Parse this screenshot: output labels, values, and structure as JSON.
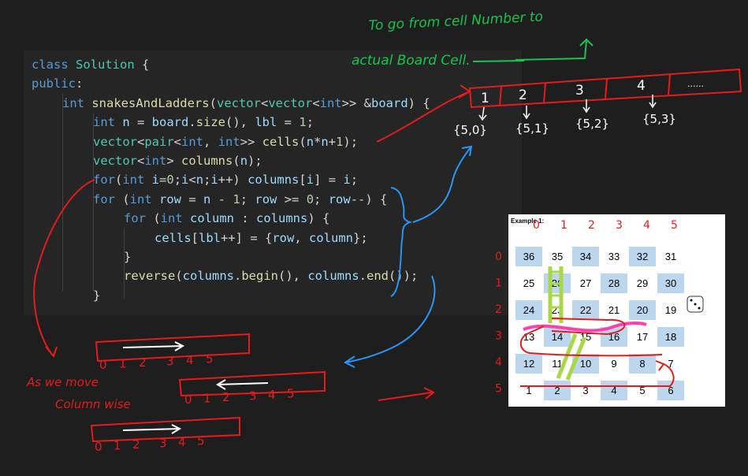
{
  "code": {
    "lines": [
      [
        [
          "kw",
          "class "
        ],
        [
          "ty",
          "Solution "
        ],
        [
          "pl",
          "{"
        ]
      ],
      [
        [
          "kw",
          "public"
        ],
        [
          "pl",
          ":"
        ]
      ],
      [
        [
          "kw",
          "int "
        ],
        [
          "fn",
          "snakesAndLadders"
        ],
        [
          "pl",
          "("
        ],
        [
          "ty",
          "vector"
        ],
        [
          "pl",
          "<"
        ],
        [
          "ty",
          "vector"
        ],
        [
          "pl",
          "<"
        ],
        [
          "kw",
          "int"
        ],
        [
          "pl",
          ">> &"
        ],
        [
          "var",
          "board"
        ],
        [
          "pl",
          ") {"
        ]
      ],
      [
        [
          "kw",
          "int "
        ],
        [
          "var",
          "n"
        ],
        [
          "pl",
          " = "
        ],
        [
          "var",
          "board"
        ],
        [
          "pl",
          "."
        ],
        [
          "fn",
          "size"
        ],
        [
          "pl",
          "(), "
        ],
        [
          "var",
          "lbl"
        ],
        [
          "pl",
          " = "
        ],
        [
          "num",
          "1"
        ],
        [
          "pl",
          ";"
        ]
      ],
      [
        [
          "ty",
          "vector"
        ],
        [
          "pl",
          "<"
        ],
        [
          "ty",
          "pair"
        ],
        [
          "pl",
          "<"
        ],
        [
          "kw",
          "int"
        ],
        [
          "pl",
          ", "
        ],
        [
          "kw",
          "int"
        ],
        [
          "pl",
          ">> "
        ],
        [
          "fn",
          "cells"
        ],
        [
          "pl",
          "("
        ],
        [
          "var",
          "n"
        ],
        [
          "pl",
          "*"
        ],
        [
          "var",
          "n"
        ],
        [
          "pl",
          "+"
        ],
        [
          "num",
          "1"
        ],
        [
          "pl",
          ");"
        ]
      ],
      [
        [
          "ty",
          "vector"
        ],
        [
          "pl",
          "<"
        ],
        [
          "kw",
          "int"
        ],
        [
          "pl",
          "> "
        ],
        [
          "fn",
          "columns"
        ],
        [
          "pl",
          "("
        ],
        [
          "var",
          "n"
        ],
        [
          "pl",
          ");"
        ]
      ],
      [
        [
          "kw",
          "for"
        ],
        [
          "pl",
          "("
        ],
        [
          "kw",
          "int "
        ],
        [
          "var",
          "i"
        ],
        [
          "pl",
          "="
        ],
        [
          "num",
          "0"
        ],
        [
          "pl",
          ";"
        ],
        [
          "var",
          "i"
        ],
        [
          "pl",
          "<"
        ],
        [
          "var",
          "n"
        ],
        [
          "pl",
          ";"
        ],
        [
          "var",
          "i"
        ],
        [
          "pl",
          "++) "
        ],
        [
          "var",
          "columns"
        ],
        [
          "pl",
          "["
        ],
        [
          "var",
          "i"
        ],
        [
          "pl",
          "] = "
        ],
        [
          "var",
          "i"
        ],
        [
          "pl",
          ";"
        ]
      ],
      [
        [
          "kw",
          "for "
        ],
        [
          "pl",
          "("
        ],
        [
          "kw",
          "int "
        ],
        [
          "var",
          "row"
        ],
        [
          "pl",
          " = "
        ],
        [
          "var",
          "n"
        ],
        [
          "pl",
          " - "
        ],
        [
          "num",
          "1"
        ],
        [
          "pl",
          "; "
        ],
        [
          "var",
          "row"
        ],
        [
          "pl",
          " >= "
        ],
        [
          "num",
          "0"
        ],
        [
          "pl",
          "; "
        ],
        [
          "var",
          "row"
        ],
        [
          "pl",
          "--) {"
        ]
      ],
      [
        [
          "kw",
          "for "
        ],
        [
          "pl",
          "("
        ],
        [
          "kw",
          "int "
        ],
        [
          "var",
          "column"
        ],
        [
          "pl",
          " : "
        ],
        [
          "var",
          "columns"
        ],
        [
          "pl",
          ") {"
        ]
      ],
      [
        [
          "var",
          "cells"
        ],
        [
          "pl",
          "["
        ],
        [
          "var",
          "lbl"
        ],
        [
          "pl",
          "++] = {"
        ],
        [
          "var",
          "row"
        ],
        [
          "pl",
          ", "
        ],
        [
          "var",
          "column"
        ],
        [
          "pl",
          "};"
        ]
      ],
      [
        [
          "pl",
          "}"
        ]
      ],
      [
        [
          "fn",
          "reverse"
        ],
        [
          "pl",
          "("
        ],
        [
          "var",
          "columns"
        ],
        [
          "pl",
          "."
        ],
        [
          "fn",
          "begin"
        ],
        [
          "pl",
          "(), "
        ],
        [
          "var",
          "columns"
        ],
        [
          "pl",
          "."
        ],
        [
          "fn",
          "end"
        ],
        [
          "pl",
          "());"
        ]
      ],
      [
        [
          "pl",
          "}"
        ]
      ]
    ]
  },
  "notes": {
    "title_line1": "To go from cell Number to",
    "title_line2": "actual Board Cell.",
    "cell_numbers": [
      "1",
      "2",
      "3",
      "4",
      "......"
    ],
    "cell_coords": [
      "{5,0}",
      "{5,1}",
      "{5,2}",
      "{5,3}"
    ],
    "column_note_line1": "As we move",
    "column_note_line2": "Column wise",
    "index_digits": [
      "0",
      "1",
      "2",
      "3",
      "4",
      "5"
    ]
  },
  "board": {
    "title": "Example 1:",
    "col_labels": [
      "0",
      "1",
      "2",
      "3",
      "4",
      "5"
    ],
    "row_labels": [
      "0",
      "1",
      "2",
      "3",
      "4",
      "5"
    ],
    "rows": [
      [
        "36",
        "35",
        "34",
        "33",
        "32",
        "31"
      ],
      [
        "25",
        "26",
        "27",
        "28",
        "29",
        "30"
      ],
      [
        "24",
        "23",
        "22",
        "21",
        "20",
        "19"
      ],
      [
        "13",
        "14",
        "15",
        "16",
        "17",
        "18"
      ],
      [
        "12",
        "11",
        "10",
        "9",
        "8",
        "7"
      ],
      [
        "1",
        "2",
        "3",
        "4",
        "5",
        "6"
      ]
    ],
    "colors": {
      "blue_cell": "#bcd6ee",
      "ladder": "#a8d84a",
      "snake": "#ff3fb0"
    }
  },
  "colors": {
    "red_ink": "#e51c1c",
    "green_ink": "#19c34e",
    "blue_ink": "#2a95f5",
    "white_ink": "#ffffff"
  }
}
